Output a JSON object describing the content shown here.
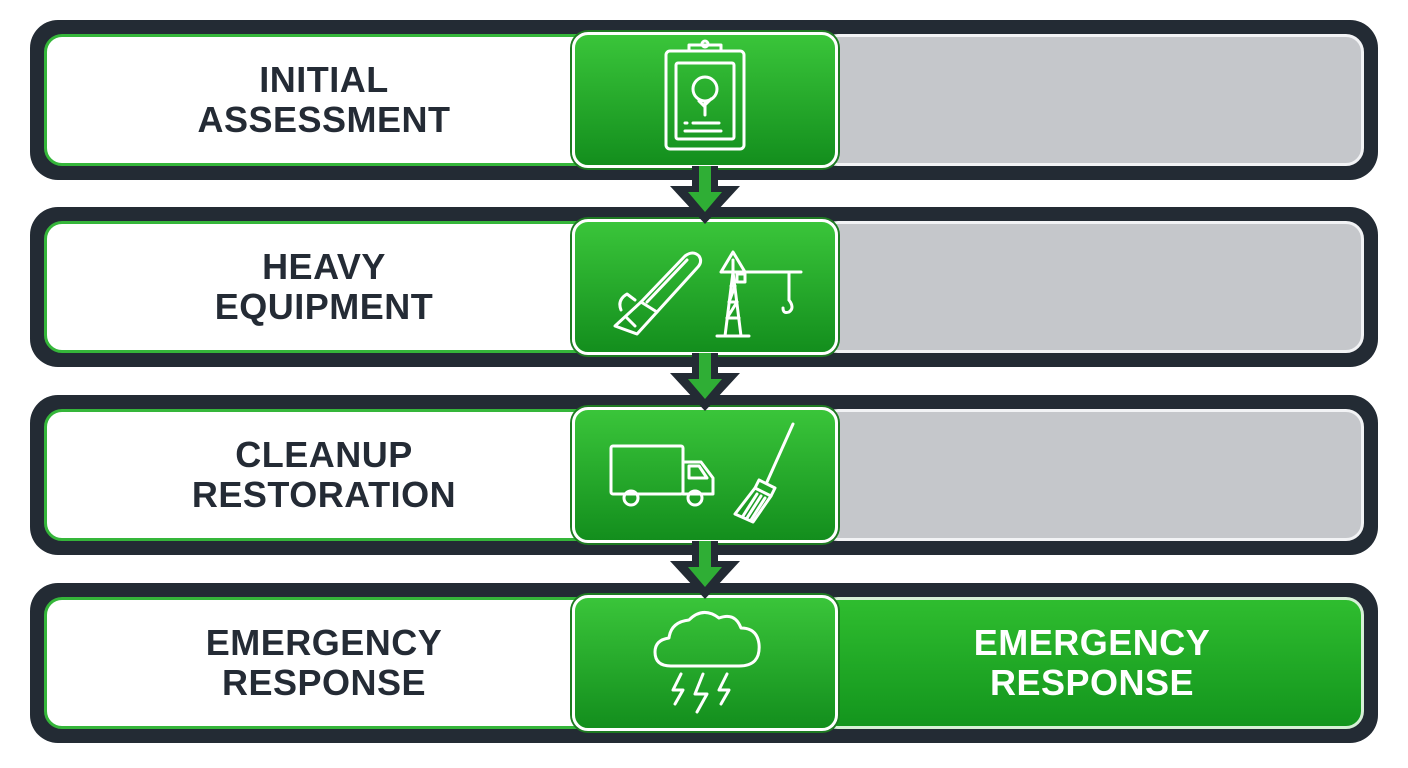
{
  "steps": [
    {
      "label": "INITIAL\nASSESSMENT",
      "icon": "clipboard-tree-icon"
    },
    {
      "label": "HEAVY\nEQUIPMENT",
      "icon": "chainsaw-crane-icon"
    },
    {
      "label": "CLEANUP\nRESTORATION",
      "icon": "truck-broom-icon"
    },
    {
      "label": "EMERGENCY\nRESPONSE",
      "icon": "storm-cloud-icon"
    }
  ],
  "active_step": {
    "label": "EMERGENCY\nRESPONSE"
  },
  "colors": {
    "dark": "#232b34",
    "green": "#35b63a",
    "green_dark": "#138e1d",
    "gray": "#c5c7cb",
    "white": "#ffffff"
  }
}
